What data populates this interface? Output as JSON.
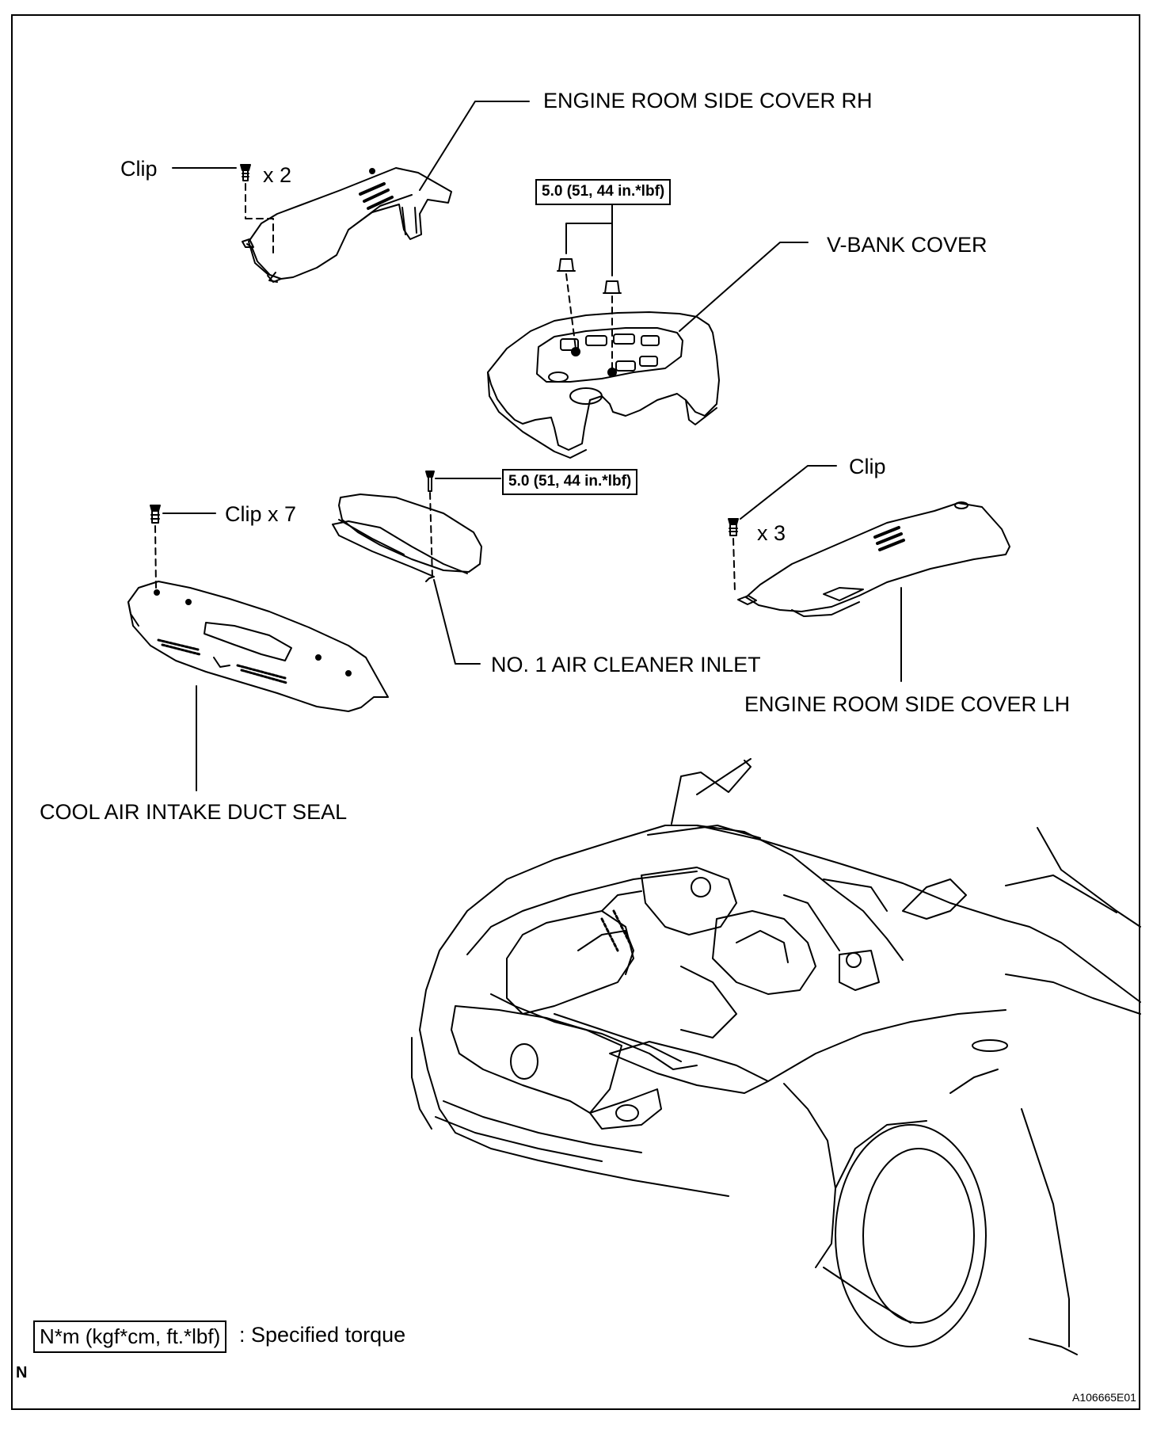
{
  "labels": {
    "rh_cover": "ENGINE ROOM SIDE COVER RH",
    "v_bank": "V-BANK COVER",
    "air_inlet": "NO. 1 AIR CLEANER INLET",
    "lh_cover": "ENGINE ROOM SIDE COVER LH",
    "duct_seal": "COOL AIR INTAKE DUCT SEAL",
    "clip_rh": "Clip",
    "clip_rh_qty": "x 2",
    "clip_lh": "Clip",
    "clip_lh_qty": "x 3",
    "clip_seal": "Clip x 7"
  },
  "torque": {
    "v_bank": "5.0 (51, 44 in.*lbf)",
    "air_inlet": "5.0 (51, 44 in.*lbf)"
  },
  "legend": {
    "unit_box": "N*m (kgf*cm, ft.*lbf)",
    "description": ": Specified torque"
  },
  "footer": {
    "mark": "N",
    "figure_code": "A106665E01"
  }
}
